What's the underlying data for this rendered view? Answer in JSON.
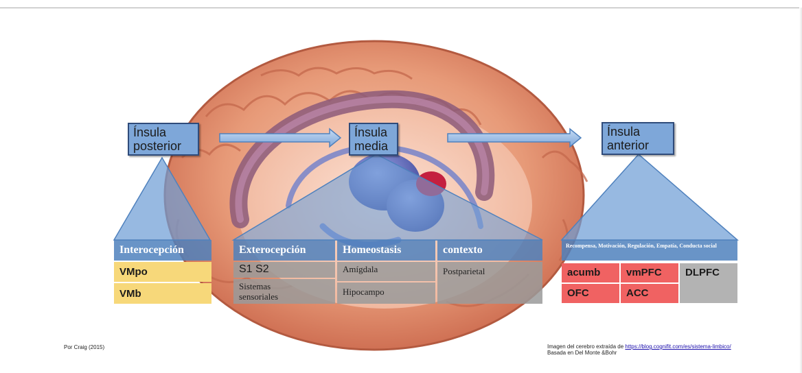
{
  "stages": {
    "posterior": {
      "line1": "Ínsula",
      "line2": "posterior"
    },
    "media": {
      "line1": "Ínsula",
      "line2": "media"
    },
    "anterior": {
      "line1": "Ínsula",
      "line2": "anterior"
    }
  },
  "posterior_table": {
    "header": "Interocepción",
    "rows": [
      "VMpo",
      "VMb"
    ]
  },
  "media_table": {
    "columns": [
      {
        "header": "Exterocepción",
        "row1": "S1  S2",
        "row2": "Sistemas sensoriales"
      },
      {
        "header": "Homeostasis",
        "row1": "Amígdala",
        "row2": "Hipocampo"
      },
      {
        "header": "contexto",
        "row1": "Postparietal",
        "row2": ""
      }
    ]
  },
  "anterior_table": {
    "header": "Recompensa, Motivación, Regulación, Empatía, Conducta social",
    "cells": [
      "acumb",
      "vmPFC",
      "DLPFC",
      "OFC",
      "ACC"
    ]
  },
  "footer": {
    "credit": "Por Craig (2015)",
    "source_prefix": "Imagen del cerebro extraída de ",
    "source_link": "https://blog.cognifit.com/es/sistema-limbico/",
    "source_line2": "Basada en Del Monte &Bohr"
  },
  "colors": {
    "header_blue": "#7ea7d9",
    "label_blue": "#4f81bd",
    "yellow": "#f7d87a",
    "red": "#f06262",
    "gray": "#9a9a9a"
  }
}
